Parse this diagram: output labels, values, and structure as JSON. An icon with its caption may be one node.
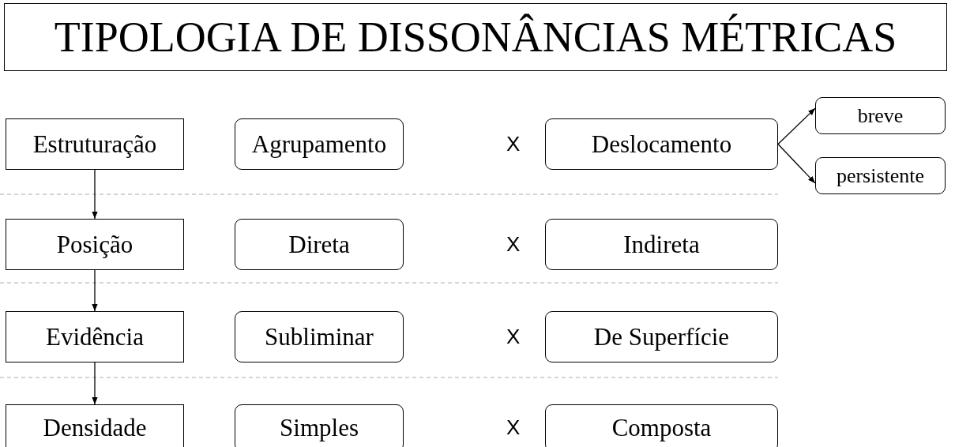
{
  "diagram": {
    "title": "TIPOLOGIA DE DISSONÂNCIAS MÉTRICAS",
    "nodes": [
      {
        "text": [
          "Estruturação"
        ]
      },
      {
        "text": [
          "Agrupamento"
        ]
      },
      {
        "text": [
          "Deslocamento"
        ]
      },
      {
        "text": [
          "breve"
        ]
      },
      {
        "text": [
          "persistente"
        ]
      },
      {
        "text": [
          "Posição"
        ]
      },
      {
        "text": [
          "Direta"
        ]
      },
      {
        "text": [
          "Indireta"
        ]
      },
      {
        "text": [
          "Evidência"
        ]
      },
      {
        "text": [
          "Subliminar"
        ]
      },
      {
        "text": [
          "De Superfície"
        ]
      },
      {
        "text": [
          "Densidade"
        ]
      },
      {
        "text": [
          "Simples"
        ]
      },
      {
        "text": [
          "Composta"
        ]
      }
    ],
    "edges": [
      {
        "from": 0,
        "to": 5,
        "arrow": "to"
      },
      {
        "from": 5,
        "to": 8,
        "arrow": "to"
      },
      {
        "from": 8,
        "to": 11,
        "arrow": "to"
      },
      {
        "from": 2,
        "to": 3,
        "arrow": "to"
      },
      {
        "from": 2,
        "to": 4,
        "arrow": "to"
      }
    ],
    "labels": [
      "X",
      "X",
      "X",
      "X"
    ]
  }
}
